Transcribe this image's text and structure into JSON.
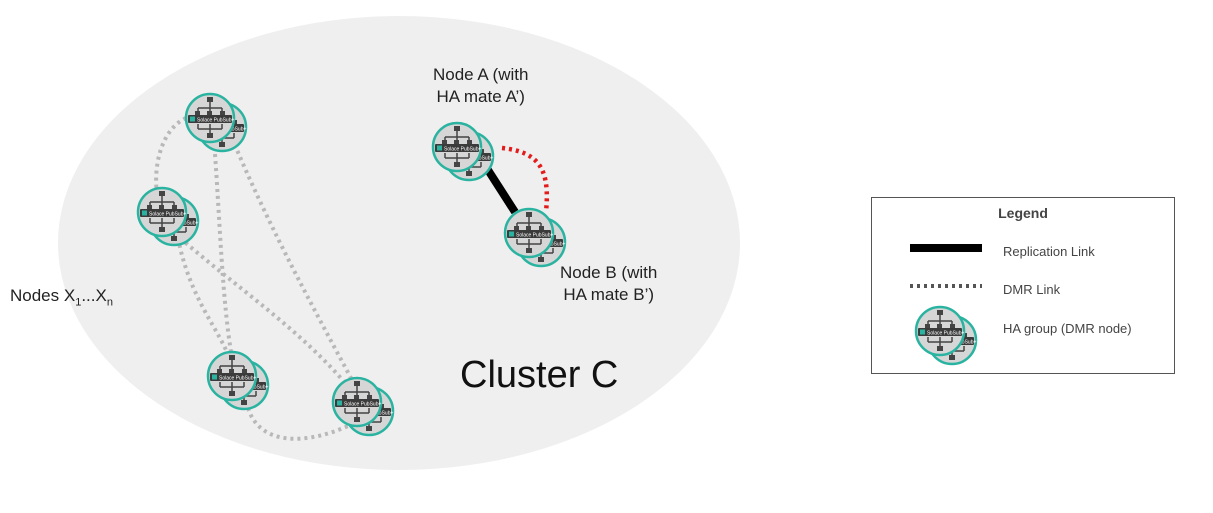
{
  "diagram": {
    "cluster_title": "Cluster C",
    "nodes_label": {
      "prefix": "Nodes X",
      "sub1": "1",
      "ellipsis": "...X",
      "subn": "n"
    },
    "node_a_label": [
      "Node A (with",
      "HA mate A’)"
    ],
    "node_b_label": [
      "Node B (with",
      "HA mate B’)"
    ],
    "node_badge_text": "Solace",
    "node_badge_brand": "PubSub+"
  },
  "legend": {
    "title": "Legend",
    "items": [
      {
        "label": "Replication Link",
        "symbol": "solid-black-line"
      },
      {
        "label": "DMR Link",
        "symbol": "dotted-dark-line"
      },
      {
        "label": "HA group  (DMR node)",
        "symbol": "ha-group-node-icon"
      }
    ]
  },
  "colors": {
    "cluster_fill": "#efefef",
    "node_ring": "#2ab3a0",
    "node_fill": "#d6d6d6",
    "node_badge": "#3b3b3b",
    "replication_link": "#000000",
    "dmr_link_highlight": "#e31b1b",
    "dmr_link_cluster": "#b8b8b8",
    "dmr_link_legend": "#555555"
  }
}
